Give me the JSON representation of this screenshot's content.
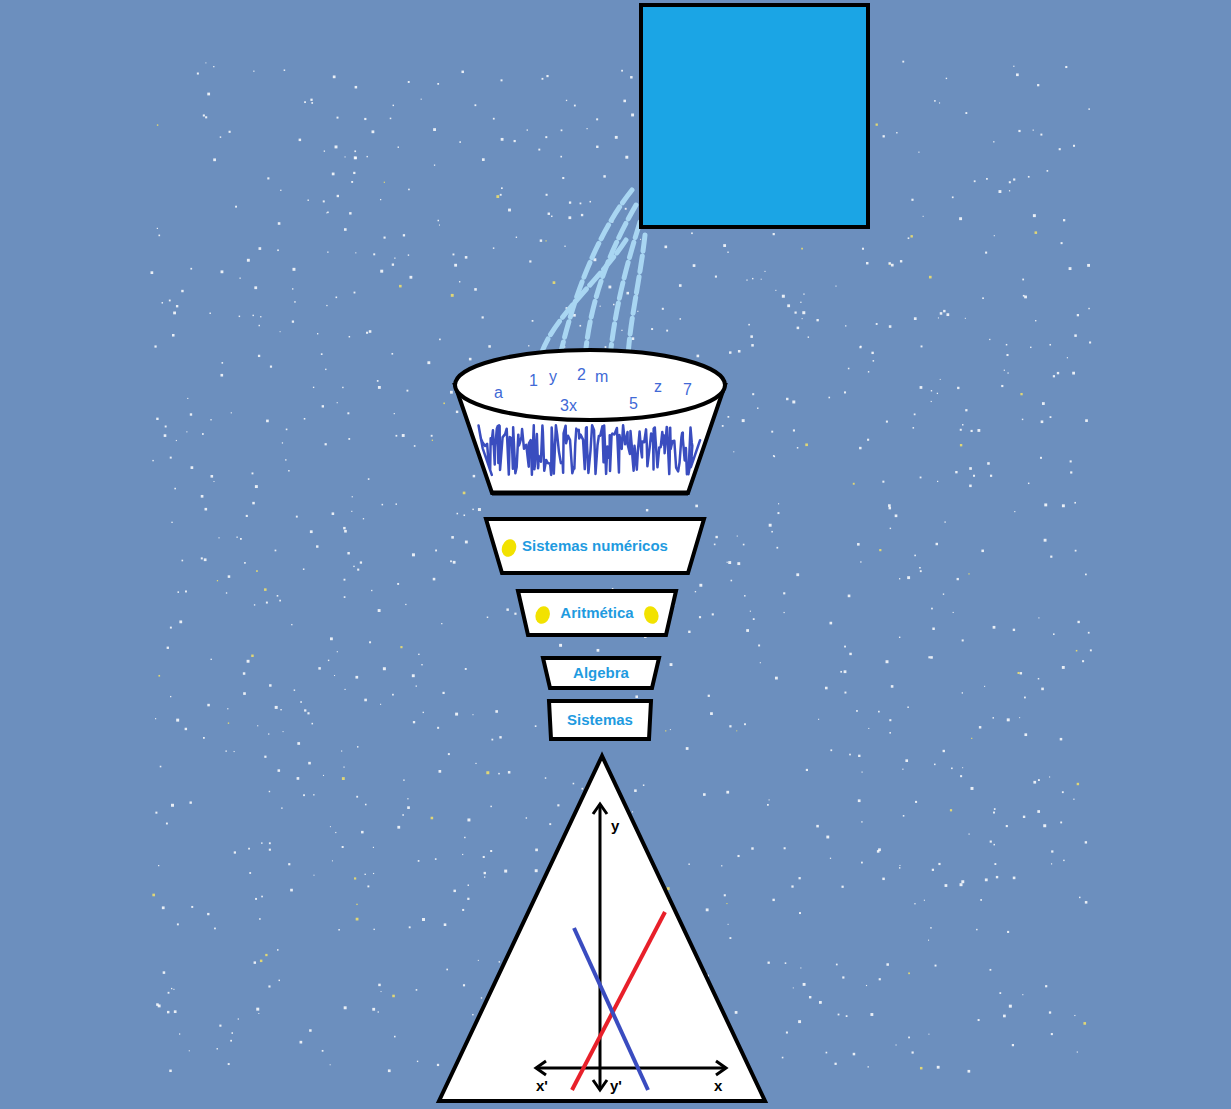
{
  "diagram": {
    "nodes": [
      {
        "text": [
          "a",
          "1",
          "y",
          "2",
          "m",
          "3x",
          "5",
          "z",
          "7"
        ]
      },
      {
        "text": [
          "Sistemas numéricos"
        ]
      },
      {
        "text": [
          "Aritmética"
        ]
      },
      {
        "text": [
          "Algebra"
        ]
      },
      {
        "text": [
          "Sistemas"
        ]
      },
      {
        "text": [
          "y",
          "x'",
          "y'",
          "x"
        ]
      }
    ]
  }
}
